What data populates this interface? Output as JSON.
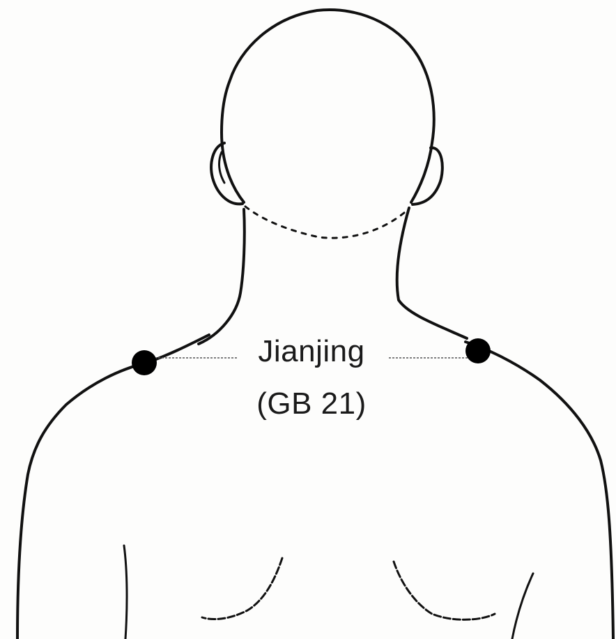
{
  "diagram": {
    "acupoint": {
      "name": "Jianjing",
      "code": "(GB 21)"
    },
    "markers": [
      {
        "side": "left",
        "shape": "filled-dot"
      },
      {
        "side": "right",
        "shape": "filled-dot"
      }
    ],
    "colors": {
      "line": "#111111",
      "marker": "#000000",
      "leader": "#555555",
      "background": "#fdfdfc"
    }
  }
}
